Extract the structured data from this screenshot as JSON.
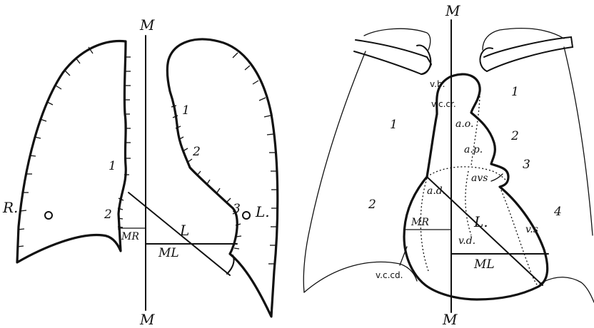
{
  "left_figure": {
    "midline_top_label": "M",
    "midline_bottom_label": "M",
    "right_side_label": "R.",
    "left_side_label": "L.",
    "arc_numbers": [
      "1",
      "2",
      "1",
      "2",
      "3"
    ],
    "long_axis_label": "L",
    "mr_label": "MR",
    "ml_label": "ML"
  },
  "right_figure": {
    "midline_top_label": "M",
    "midline_bottom_label": "M",
    "vessel_labels": {
      "vb": "v.b.",
      "vccr": "v.c.cr.",
      "ao": "a.o.",
      "ap": "a.p.",
      "avs": "avs",
      "ad": "a.d.",
      "vd": "v.d.",
      "vs": "v.s",
      "vccd": "v.c.cd."
    },
    "arc_numbers": [
      "1",
      "1",
      "2",
      "2",
      "3",
      "4"
    ],
    "long_axis_label": "L.",
    "mr_label": "MR",
    "ml_label": "ML"
  }
}
